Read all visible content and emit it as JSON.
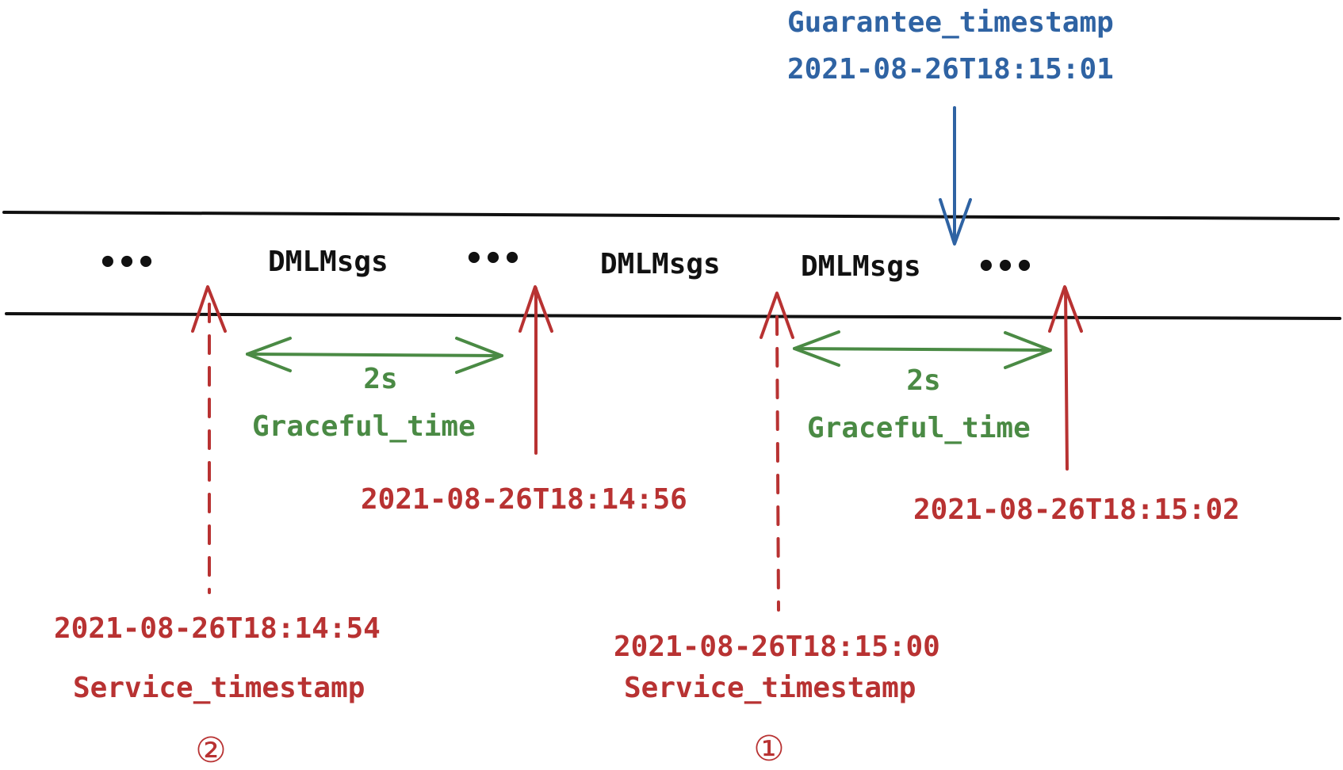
{
  "colors": {
    "track": "#111111",
    "service": "#b83232",
    "graceful": "#4a8a44",
    "guarantee": "#2f63a3"
  },
  "guarantee": {
    "title": "Guarantee_timestamp",
    "time": "2021-08-26T18:15:01"
  },
  "track": {
    "ellipsis_1": "•••",
    "msg_1": "DMLMsgs",
    "ellipsis_2": "•••",
    "msg_2": "DMLMsgs",
    "msg_3": "DMLMsgs",
    "ellipsis_3": "•••"
  },
  "graceful": {
    "left": {
      "duration": "2s",
      "label": "Graceful_time"
    },
    "right": {
      "duration": "2s",
      "label": "Graceful_time"
    }
  },
  "timestamps": {
    "t1454": "2021-08-26T18:14:54",
    "t1456": "2021-08-26T18:14:56",
    "t1500": "2021-08-26T18:15:00",
    "t1502": "2021-08-26T18:15:02"
  },
  "service": {
    "label_left": "Service_timestamp",
    "label_right": "Service_timestamp"
  },
  "markers": {
    "left": "②",
    "right": "①"
  }
}
